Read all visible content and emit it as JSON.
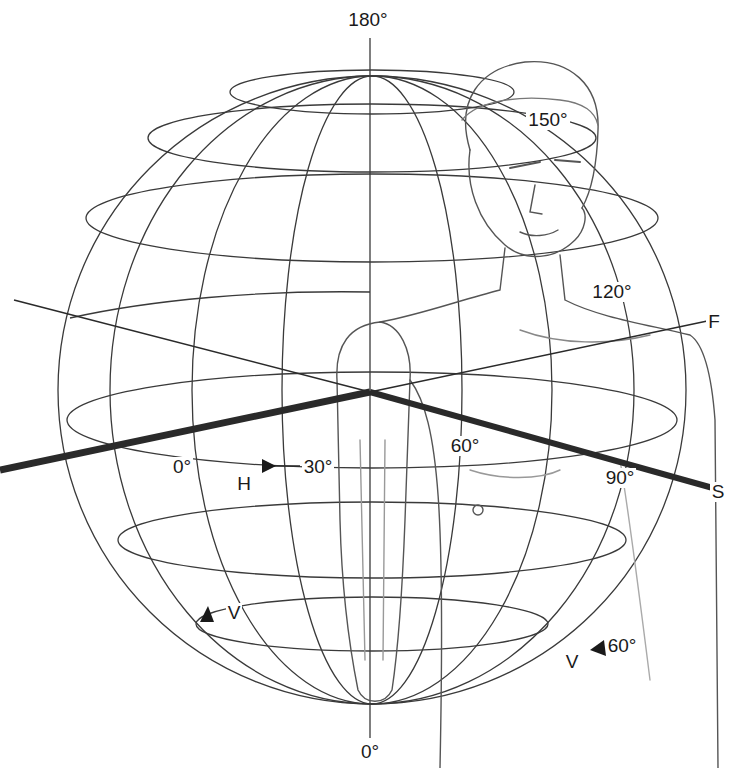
{
  "diagram": {
    "labels": [
      "180°",
      "150°",
      "120°",
      "F",
      "0°",
      "H",
      "30°",
      "60°",
      "90°",
      "S",
      "V",
      "V",
      "60°",
      "0°"
    ]
  }
}
